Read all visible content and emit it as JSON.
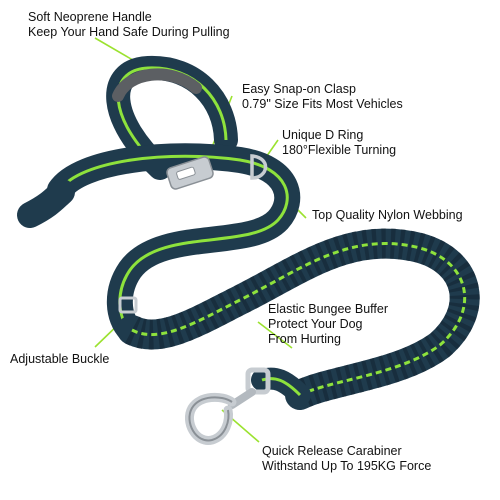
{
  "colors": {
    "webbing": "#1f3b4d",
    "webbing_dark": "#152a38",
    "stripe": "#8ee23c",
    "callout_line": "#9be22f",
    "metal": "#c7ccd1",
    "handle_padding": "#5c5f63"
  },
  "callouts": {
    "handle": {
      "line1": "Soft Neoprene Handle",
      "line2": "Keep Your Hand Safe During Pulling"
    },
    "clasp": {
      "line1": "Easy Snap-on Clasp",
      "line2": "0.79\" Size Fits Most Vehicles"
    },
    "d_ring": {
      "line1": "Unique D Ring",
      "line2": "180°Flexible Turning"
    },
    "webbing": {
      "line1": "Top Quality Nylon Webbing"
    },
    "bungee": {
      "line1": "Elastic  Bungee Buffer",
      "line2": "Protect Your Dog",
      "line3": "From Hurting"
    },
    "buckle": {
      "line1": "Adjustable Buckle"
    },
    "carabiner": {
      "line1": "Quick Release Carabiner",
      "line2": "Withstand Up To 195KG Force"
    }
  }
}
